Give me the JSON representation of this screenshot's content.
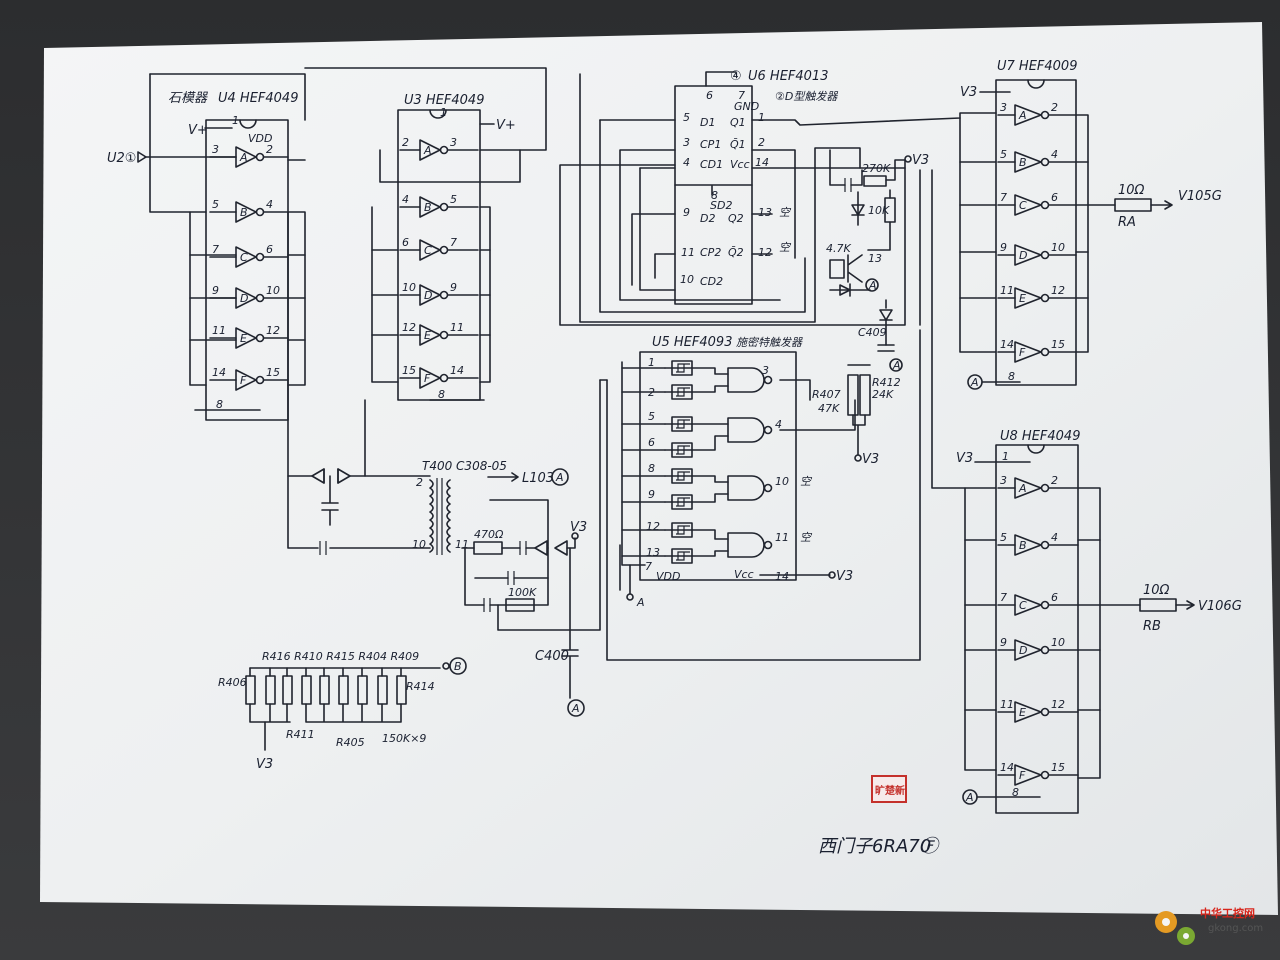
{
  "chips": {
    "u4": {
      "label": "U4 HEF4049",
      "note": "石模器"
    },
    "u3": {
      "label": "U3 HEF4049"
    },
    "u6": {
      "label": "U6 HEF4013",
      "note": "②D型触发器",
      "corner": "④"
    },
    "u7": {
      "label": "U7 HEF4009"
    },
    "u5": {
      "label": "U5 HEF4093",
      "note": "施密特触发器"
    },
    "u8": {
      "label": "U8 HEF4049"
    }
  },
  "gates": [
    "A",
    "B",
    "C",
    "D",
    "E",
    "F"
  ],
  "u4_pins": {
    "a_in": "3",
    "a_out": "2",
    "b_in": "5",
    "b_out": "4",
    "c_in": "7",
    "c_out": "6",
    "d_in": "9",
    "d_out": "10",
    "e_in": "11",
    "e_out": "12",
    "f_in": "14",
    "f_out": "15",
    "vdd_pin": "1",
    "gnd_pin": "8",
    "vdd": "VDD"
  },
  "u3_pins": {
    "a_in": "2",
    "a_out": "3",
    "b_in": "4",
    "b_out": "5",
    "c_in": "6",
    "c_out": "7",
    "d_in": "10",
    "d_out": "9",
    "e_in": "12",
    "e_out": "11",
    "f_in": "15",
    "f_out": "14",
    "vdd_pin": "1",
    "gnd_pin": "8"
  },
  "u7_pins": {
    "a_in": "3",
    "a_out": "2",
    "b_in": "5",
    "b_out": "4",
    "c_in": "7",
    "c_out": "6",
    "d_in": "9",
    "d_out": "10",
    "e_in": "11",
    "e_out": "12",
    "f_in": "14",
    "f_out": "15",
    "gnd_pin": "8"
  },
  "u8_pins": {
    "a_in": "3",
    "a_out": "2",
    "b_in": "5",
    "b_out": "4",
    "c_in": "7",
    "c_out": "6",
    "d_in": "9",
    "d_out": "10",
    "e_in": "11",
    "e_out": "12",
    "f_in": "14",
    "f_out": "15",
    "vdd_pin": "1",
    "gnd_pin": "8"
  },
  "u6_pins": {
    "p6": "6",
    "p7": "7",
    "gnd": "GND",
    "p5": "5",
    "d1": "D1",
    "q1": "Q1",
    "p1": "1",
    "p3": "3",
    "cp1": "CP1",
    "qb1": "Q̄1",
    "p2": "2",
    "p4": "4",
    "cd1": "CD1",
    "vcc": "Vcc",
    "p14": "14",
    "p8": "8",
    "sd2": "SD2",
    "p9": "9",
    "d2": "D2",
    "q2": "Q2",
    "p13": "13",
    "p11": "11",
    "cp2": "CP2",
    "qb2": "Q̄2",
    "p12": "12",
    "p10": "10",
    "cd2": "CD2",
    "nc": "空"
  },
  "u5_pins": {
    "p1": "1",
    "p2": "2",
    "p3": "3",
    "p5": "5",
    "p6": "6",
    "p4": "4",
    "p8": "8",
    "p9": "9",
    "p10": "10",
    "p12": "12",
    "p13": "13",
    "p11": "11",
    "p7": "7",
    "vdd": "VDD",
    "vcc": "Vcc",
    "p14": "14",
    "nc": "空"
  },
  "labels": {
    "v_plus_1": "V+",
    "v_plus_2": "V+",
    "u20": "U2①",
    "v3": "V3",
    "v3_u7": "V3",
    "v3_u8": "V3",
    "v3_r": "V3",
    "v3_vcc": "V3",
    "v3_res": "V3",
    "v3_mid": "V3",
    "a_u7": "A",
    "a_u8": "A",
    "a_u5": "A",
    "a_c400": "A",
    "a_tr": "A",
    "a_cap": "A",
    "transformer": "T400 C308-05",
    "l103": "L103",
    "l103_mark": "A",
    "r4702": "470Ω",
    "r100k": "100K",
    "c400": "C400",
    "r270k": "270K",
    "r10k": "10K",
    "r47k": "4.7K",
    "q_label": "13",
    "c409": "C409",
    "r407": "R407",
    "r407_val": "47K",
    "r412": "R412",
    "r412_val": "24K",
    "ra_val": "10Ω",
    "ra": "RA",
    "ra_out": "V105G",
    "rb_val": "10Ω",
    "rb": "RB",
    "rb_out": "V106G",
    "pin2": "2",
    "pin11": "11",
    "pin10": "10",
    "b_mark": "B",
    "r_net_top": "R416  R410 R415  R404 R409",
    "r406": "R406",
    "r414": "R414",
    "r411": "R411",
    "r405": "R405",
    "r_note": "150K×9",
    "r_v3": "V3",
    "title": "西门子6RA70",
    "title_mark": "Ⓕ",
    "seal": "旷楚新",
    "watermark_cn": "中华工控网",
    "watermark_url": "gkong.com"
  }
}
